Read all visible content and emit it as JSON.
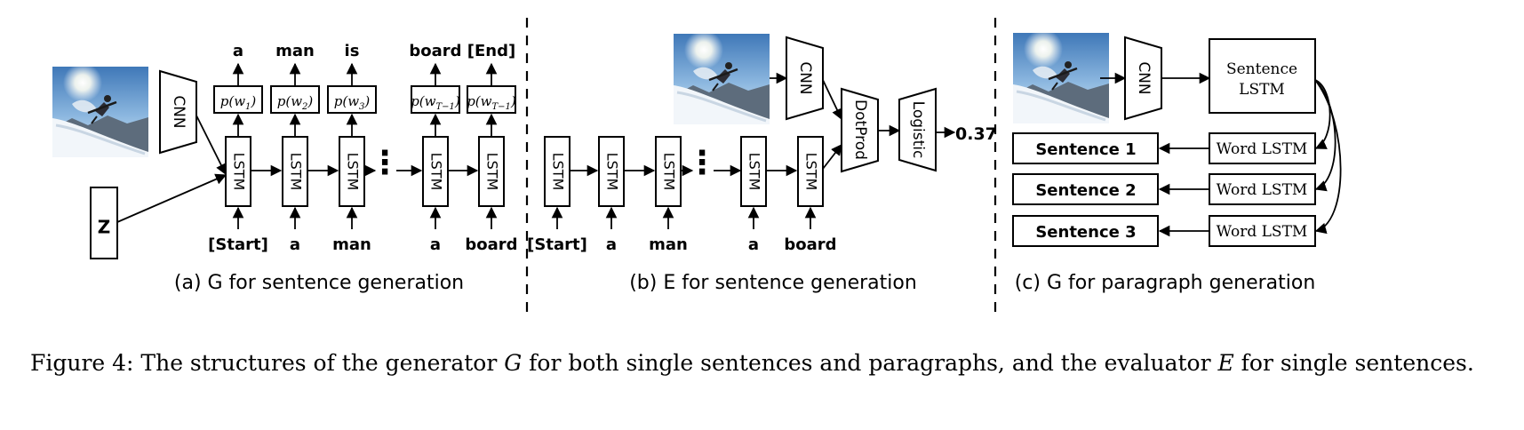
{
  "panel_a": {
    "cnn": "CNN",
    "z": "Z",
    "lstm": [
      "LSTM",
      "LSTM",
      "LSTM",
      "LSTM",
      "LSTM"
    ],
    "prob_prefix": "p(w",
    "prob_subs": [
      "1",
      "2",
      "3",
      "T−1",
      "T−1"
    ],
    "prob_suffix": ")",
    "outputs": [
      "a",
      "man",
      "is",
      "board",
      "[End]"
    ],
    "inputs": [
      "[Start]",
      "a",
      "man",
      "a",
      "board"
    ],
    "caption": "(a) G for sentence generation"
  },
  "panel_b": {
    "cnn": "CNN",
    "dotprod": "DotProd",
    "logistic": "Logistic",
    "score": "0.37",
    "lstm": [
      "LSTM",
      "LSTM",
      "LSTM",
      "LSTM",
      "LSTM"
    ],
    "inputs": [
      "[Start]",
      "a",
      "man",
      "a",
      "board"
    ],
    "caption": "(b) E for sentence generation"
  },
  "panel_c": {
    "cnn": "CNN",
    "sentence_lstm_line1": "Sentence",
    "sentence_lstm_line2": "LSTM",
    "word_lstm": [
      "Word LSTM",
      "Word LSTM",
      "Word LSTM"
    ],
    "sentences": [
      "Sentence 1",
      "Sentence 2",
      "Sentence 3"
    ],
    "caption": "(c) G for paragraph generation"
  },
  "figure_caption": {
    "label": "Figure 4:",
    "text_1": " The structures of the generator ",
    "g": "G",
    "text_2": " for both single sentences and paragraphs, and the evaluator ",
    "e": "E",
    "text_3": " for single sentences."
  }
}
